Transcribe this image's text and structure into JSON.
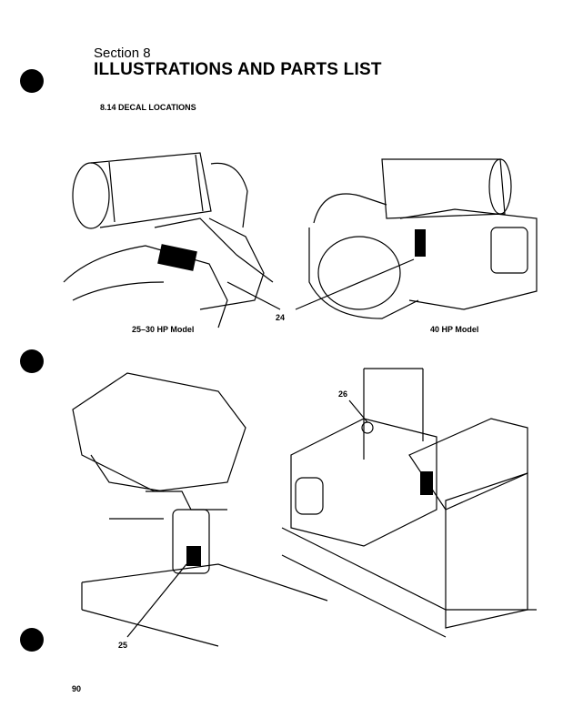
{
  "header": {
    "section": "Section 8",
    "title": "ILLUSTRATIONS AND PARTS LIST",
    "subsection": "8.14 DECAL LOCATIONS"
  },
  "figures": [
    {
      "caption": "25–30 HP Model"
    },
    {
      "caption": "40 HP Model"
    }
  ],
  "callouts": {
    "decal_24": "24",
    "decal_26": "26",
    "decal_25": "25"
  },
  "footer": {
    "page_number": "90"
  }
}
